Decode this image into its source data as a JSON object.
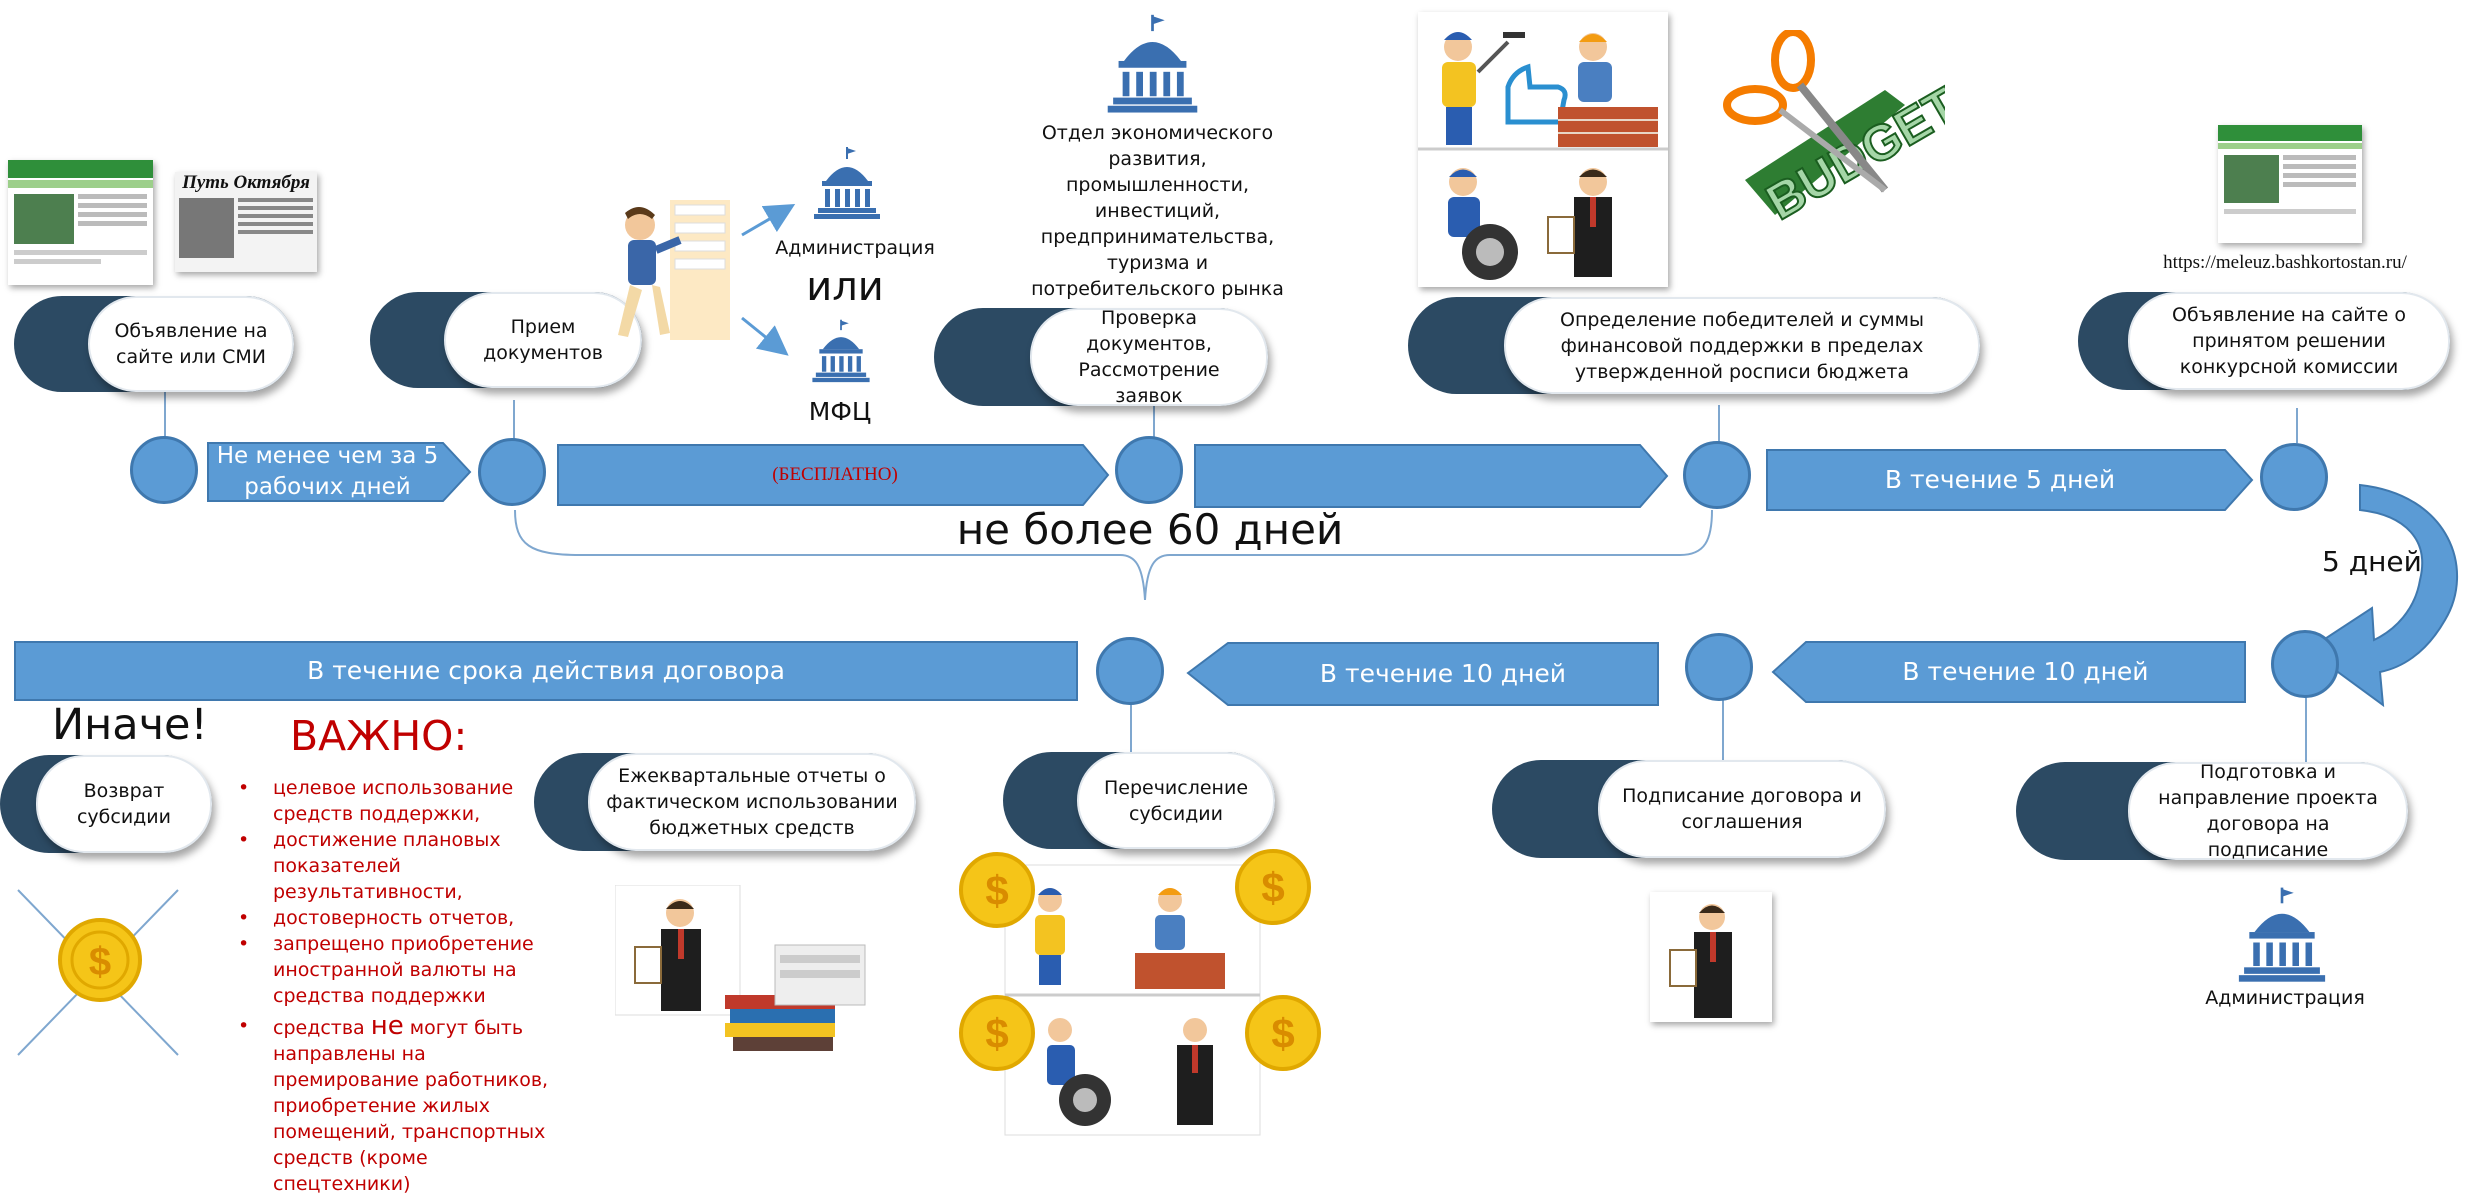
{
  "steps": {
    "announcement": "Объявление на сайте или СМИ",
    "reception": "Прием документов",
    "checking": "Проверка документов, Рассмотрение заявок",
    "winners": "Определение победителей и суммы финансовой поддержки в пределах утвержденной росписи бюджета",
    "publish": "Объявление на сайте о принятом решении конкурсной комиссии",
    "preparation": "Подготовка и направление проекта договора на подписание",
    "signing": "Подписание договора и соглашения",
    "transfer": "Перечисление субсидии",
    "reports": "Ежеквартальные отчеты о фактическом использовании бюджетных средств",
    "refund": "Возврат субсидии"
  },
  "arrows": {
    "min5": "Не менее чем за 5 рабочих дней",
    "free": "(БЕСПЛАТНО)",
    "within5": "В течение 5 дней",
    "within10a": "В течение 10 дней",
    "within10b": "В течение 10 дней",
    "contract_term": "В течение  срока действия договора",
    "days5": "5 дней"
  },
  "brace_label": "не более 60 дней",
  "labels": {
    "administration": "Администрация",
    "or": "или",
    "mfc": "МФЦ",
    "dept": "Отдел экономического развития, промышленности, инвестиций, предпринимательства, туризма и потребительского рынка",
    "url": "https://meleuz.bashkortostan.ru/",
    "administration_bottom": "Администрация",
    "newspaper": "Путь Октября",
    "budget_word": "BUDGET",
    "otherwise": "Иначе!",
    "important": "ВАЖНО:"
  },
  "important_items": [
    "целевое использование средств поддержки,",
    "достижение плановых показателей результативности,",
    "достоверность отчетов,",
    "запрещено приобретение иностранной валюты на средства поддержки"
  ],
  "important_last": {
    "before": "средства ",
    "emph": "не",
    "after": " могут быть направлены на премирование работников, приобретение жилых помещений, транспортных средств (кроме спецтехники)"
  },
  "colors": {
    "arrow": "#5b9bd5",
    "pill_dark": "#2c4a63",
    "important_red": "#c00000",
    "free_red": "#c00000",
    "coin": "#f5c518"
  }
}
